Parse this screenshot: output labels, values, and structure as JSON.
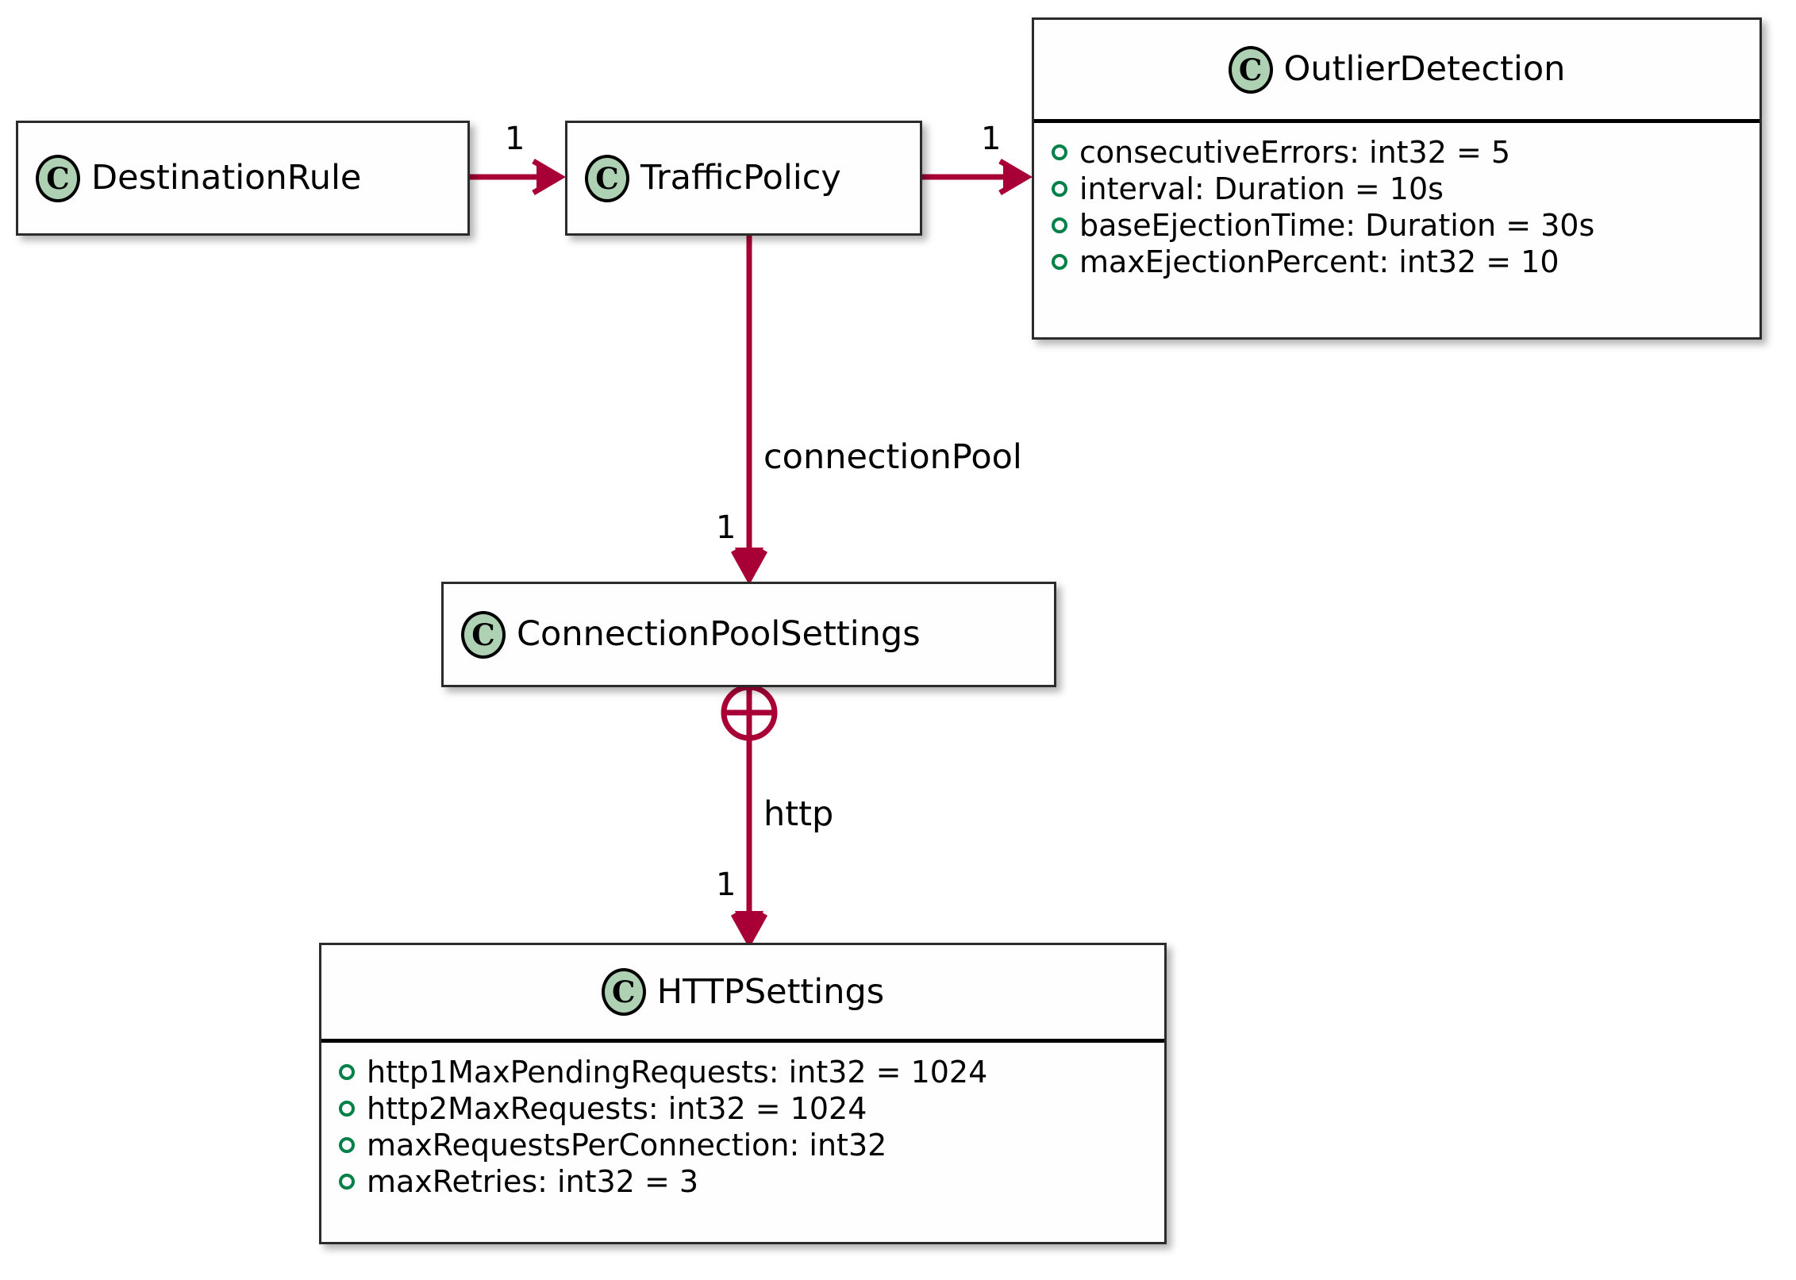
{
  "diagram": {
    "type": "uml-class-diagram",
    "accent_line_color": "#A80036",
    "class_icon_fill": "#ADD1B2",
    "attribute_bullet_color": "#038048",
    "background": "#FFFFFF",
    "class_stereotype_letter": "C"
  },
  "classes": {
    "destination_rule": {
      "name": "DestinationRule",
      "stereotype": "C",
      "attributes": []
    },
    "traffic_policy": {
      "name": "TrafficPolicy",
      "stereotype": "C",
      "attributes": []
    },
    "outlier_detection": {
      "name": "OutlierDetection",
      "stereotype": "C",
      "attributes": [
        "consecutiveErrors: int32 = 5",
        "interval: Duration = 10s",
        "baseEjectionTime: Duration = 30s",
        "maxEjectionPercent: int32 = 10"
      ]
    },
    "connection_pool_settings": {
      "name": "ConnectionPoolSettings",
      "stereotype": "C",
      "attributes": []
    },
    "http_settings": {
      "name": "HTTPSettings",
      "stereotype": "C",
      "attributes": [
        "http1MaxPendingRequests: int32 = 1024",
        "http2MaxRequests: int32 = 1024",
        "maxRequestsPerConnection: int32",
        "maxRetries: int32 = 3"
      ]
    }
  },
  "relations": {
    "destination_to_traffic": {
      "from": "DestinationRule",
      "to": "TrafficPolicy",
      "multiplicity": "1",
      "label": "",
      "arrow": "open-arrow"
    },
    "traffic_to_outlier": {
      "from": "TrafficPolicy",
      "to": "OutlierDetection",
      "multiplicity": "1",
      "label": "",
      "arrow": "open-arrow"
    },
    "traffic_to_pool": {
      "from": "TrafficPolicy",
      "to": "ConnectionPoolSettings",
      "multiplicity": "1",
      "label": "connectionPool",
      "arrow": "open-arrow"
    },
    "pool_to_http": {
      "from": "ConnectionPoolSettings",
      "to": "HTTPSettings",
      "multiplicity": "1",
      "label": "http",
      "arrow": "open-arrow",
      "source_decoration": "circle-plus"
    }
  }
}
